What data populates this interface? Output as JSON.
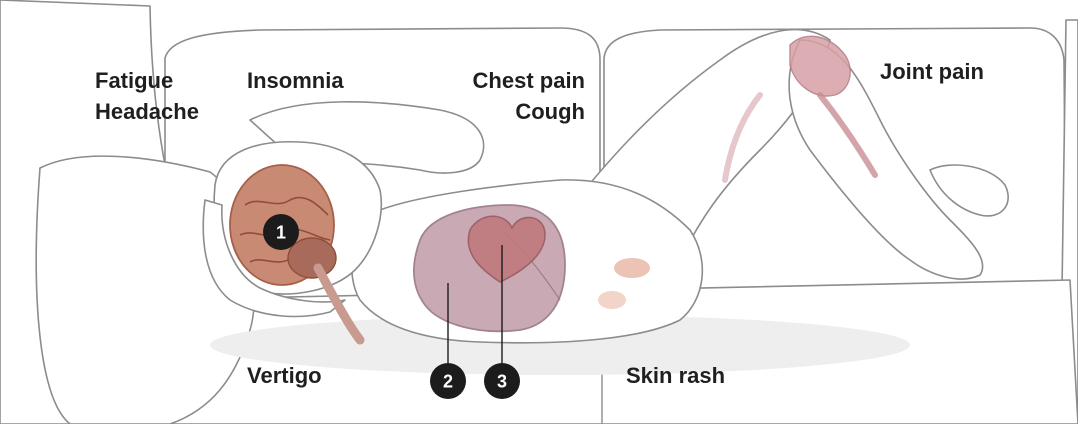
{
  "labels": {
    "fatigue": "Fatigue",
    "headache": "Headache",
    "insomnia": "Insomnia",
    "chest_pain": "Chest pain",
    "cough": "Cough",
    "joint_pain": "Joint pain",
    "vertigo": "Vertigo",
    "skin_rash": "Skin rash"
  },
  "markers": {
    "brain": "1",
    "lung": "2",
    "heart": "3"
  },
  "colors": {
    "outline": "#8a8a8a",
    "couch_fill": "#ffffff",
    "shadow": "#ebebeb",
    "brain": "#c98a74",
    "brain_dark": "#a65f4a",
    "lung": "#c7a6b1",
    "lung_dark": "#9e7d8a",
    "heart": "#c07a7e",
    "joint": "#d7a0a6",
    "rash": "#e9b9a8",
    "marker": "#1c1c1c"
  }
}
